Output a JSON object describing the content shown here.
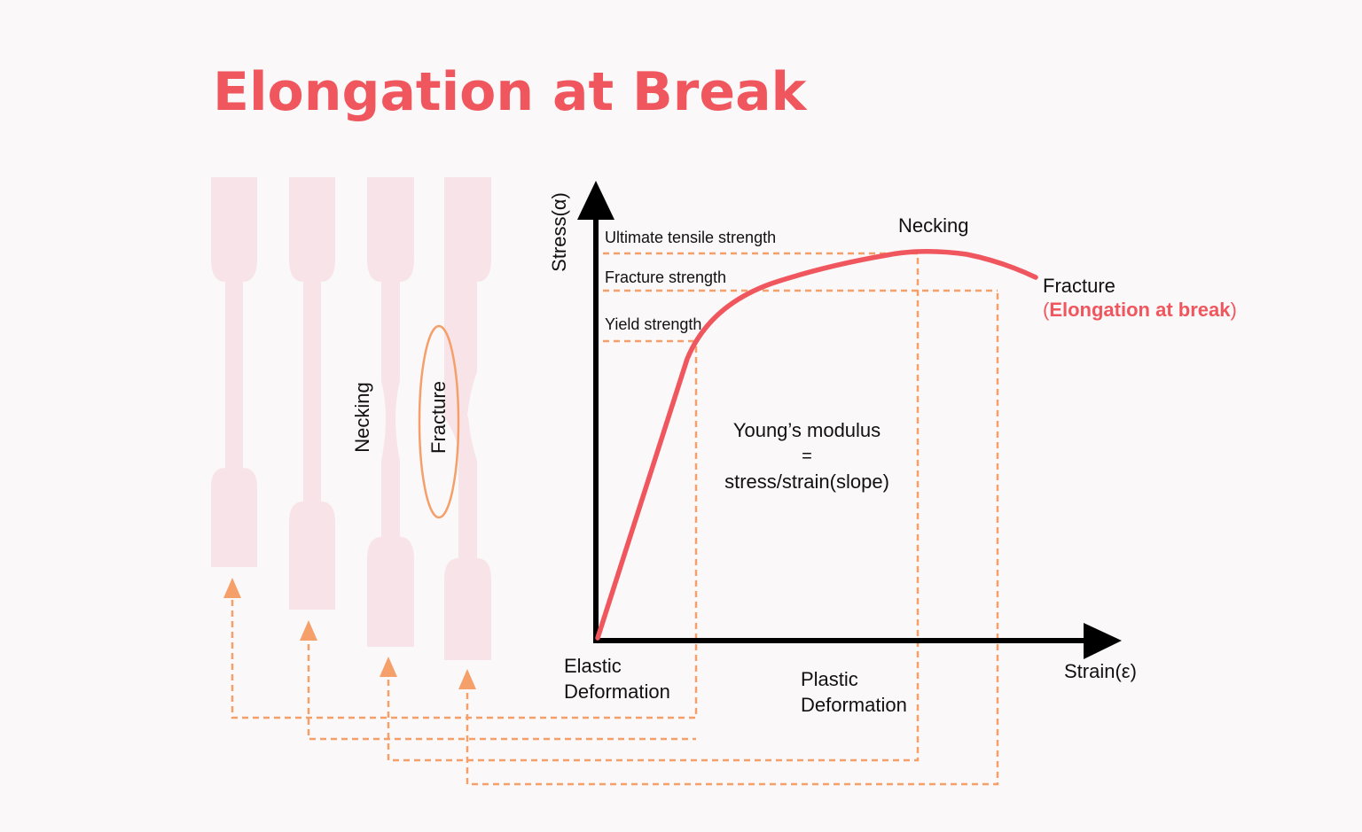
{
  "title": "Elongation at Break",
  "colors": {
    "accent": "#f0565e",
    "guide": "#f5a06a",
    "specimen": "#f8e4e8",
    "axis": "#000000",
    "background": "#faf8f8"
  },
  "specimens": {
    "necking_label": "Necking",
    "fracture_label": "Fracture"
  },
  "axes": {
    "y_label": "Stress(α)",
    "x_label": "Strain(ε)"
  },
  "levels": {
    "ultimate": "Ultimate tensile strength",
    "fracture": "Fracture strength",
    "yield": "Yield strength"
  },
  "curve": {
    "necking_label": "Necking",
    "fracture_label": "Fracture",
    "elongation_open": "(",
    "elongation_label": "Elongation at break",
    "elongation_close": ")"
  },
  "modulus": {
    "line1": "Young’s modulus",
    "line2": "=",
    "line3": "stress/strain(slope)"
  },
  "regions": {
    "elastic_line1": "Elastic",
    "elastic_line2": "Deformation",
    "plastic_line1": "Plastic",
    "plastic_line2": "Deformation"
  }
}
